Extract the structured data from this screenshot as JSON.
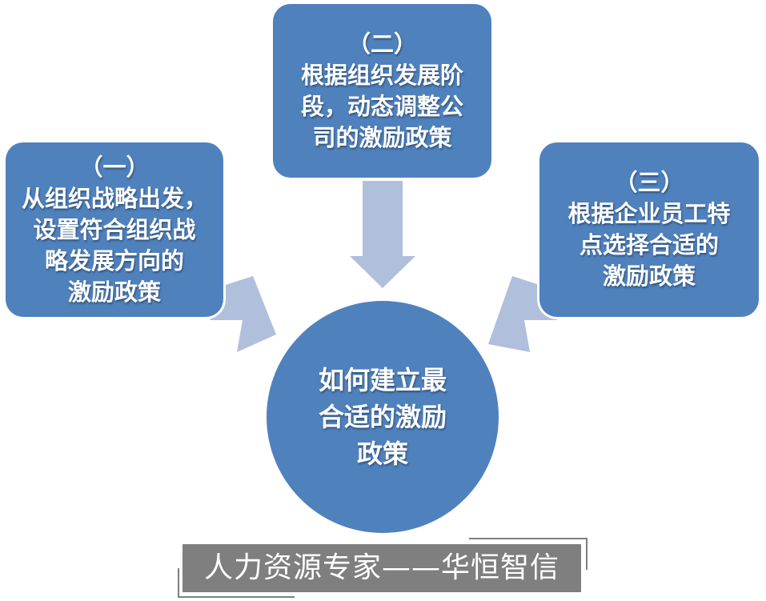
{
  "boxes": [
    {
      "label": "（一）",
      "lines": [
        "从组织战略出发，",
        "设置符合组织战",
        "略发展方向的",
        "激励政策"
      ]
    },
    {
      "label": "（二）",
      "lines": [
        "根据组织发展阶",
        "段，动态调整公",
        "司的激励政策"
      ]
    },
    {
      "label": "（三）",
      "lines": [
        "根据企业员工特",
        "点选择合适的",
        "激励政策"
      ]
    }
  ],
  "center": {
    "lines": [
      "如何建立最",
      "合适的激励",
      "政策"
    ]
  },
  "footer": "人力资源专家——华恒智信",
  "colors": {
    "box": "#4f81bd",
    "arrow": "#b0bfdc",
    "footer": "#7f7f7f"
  }
}
